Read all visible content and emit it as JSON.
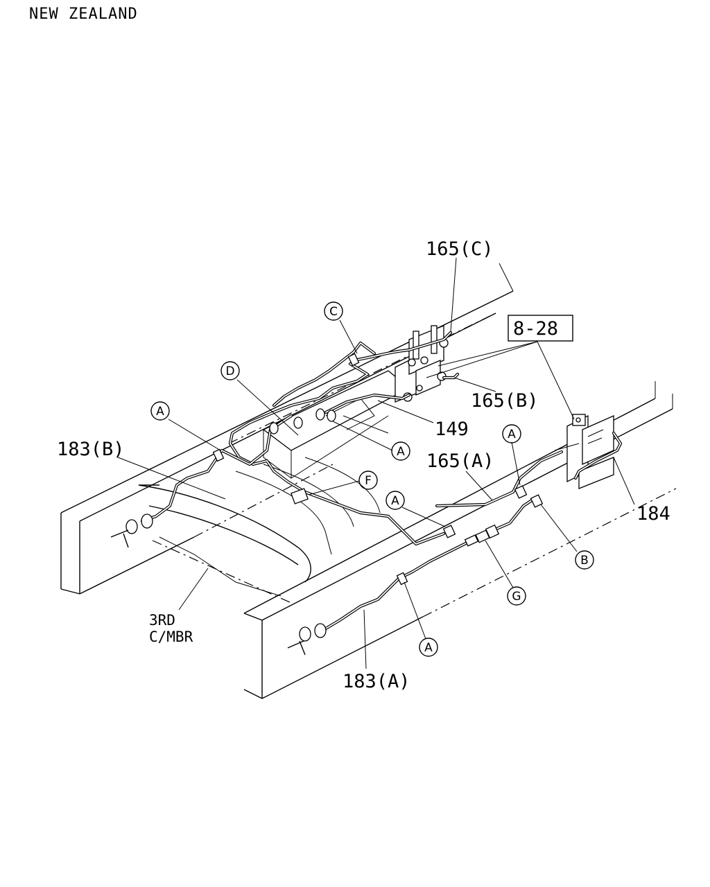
{
  "header": {
    "region": "NEW ZEALAND"
  },
  "labels": {
    "p165c": "165(C)",
    "p165b": "165(B)",
    "p165a": "165(A)",
    "p149": "149",
    "p183b": "183(B)",
    "p183a": "183(A)",
    "p184": "184",
    "ref": "8-28",
    "member_line1": "3RD",
    "member_line2": "C/MBR"
  },
  "callouts": {
    "c": "C",
    "d": "D",
    "a1": "A",
    "a2": "A",
    "a3": "A",
    "a4": "A",
    "a5": "A",
    "f": "F",
    "b": "B",
    "g": "G"
  }
}
